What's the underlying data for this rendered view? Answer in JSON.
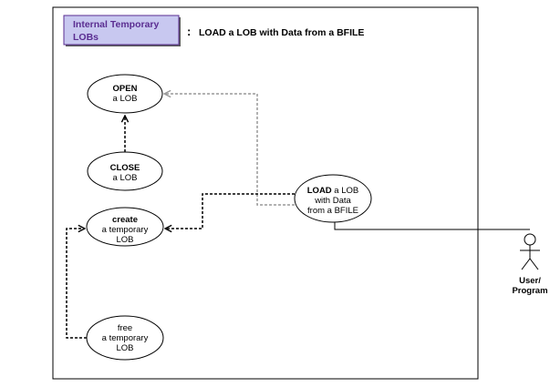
{
  "header": {
    "badge_line1": "Internal Temporary",
    "badge_line2": "LOBs",
    "separator": ":",
    "title": "LOAD a LOB with Data from a BFILE",
    "badge_fill": "#c8c8f0",
    "badge_text_color": "#5a2d91"
  },
  "use_cases": {
    "open": {
      "line1": "OPEN",
      "line2": "a LOB"
    },
    "close": {
      "line1": "CLOSE",
      "line2": "a LOB"
    },
    "create": {
      "line1": "create",
      "line2": "a temporary",
      "line3": "LOB"
    },
    "free": {
      "line1": "free",
      "line2": "a temporary",
      "line3": "LOB"
    },
    "load": {
      "line1a": "LOAD",
      "line1b": " a LOB",
      "line2": "with Data",
      "line3": "from a BFILE"
    }
  },
  "actor": {
    "line1": "User/",
    "line2": "Program"
  },
  "colors": {
    "frame": "#000000",
    "optional_arrow": "#999999",
    "required_arrow": "#000000"
  }
}
